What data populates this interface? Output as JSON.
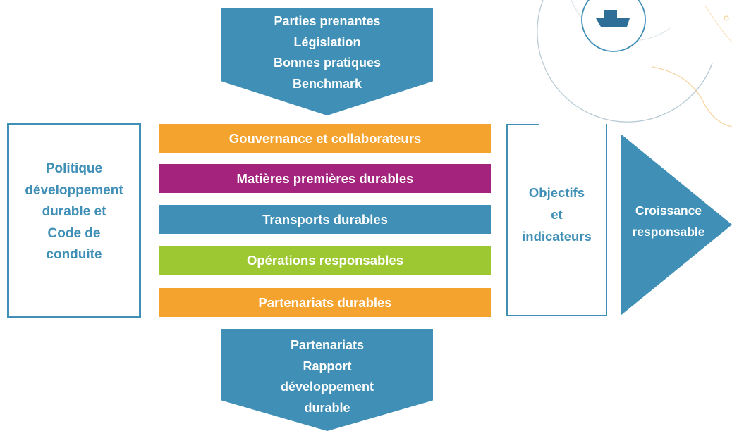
{
  "colors": {
    "blue": "#3f8fb6",
    "orange": "#f5a32f",
    "magenta": "#a4237d",
    "green": "#9ec832",
    "white": "#ffffff"
  },
  "top_arrow": {
    "lines": [
      "Parties prenantes",
      "Législation",
      "Bonnes pratiques",
      "Benchmark"
    ]
  },
  "left_box": {
    "lines": [
      "Politique",
      "développement",
      "durable et",
      "Code de",
      "conduite"
    ]
  },
  "pillars": [
    {
      "label": "Gouvernance et collaborateurs",
      "color": "#f5a32f"
    },
    {
      "label": "Matières premières durables",
      "color": "#a4237d"
    },
    {
      "label": "Transports durables",
      "color": "#3f8fb6"
    },
    {
      "label": "Opérations responsables",
      "color": "#9ec832"
    },
    {
      "label": "Partenariats durables",
      "color": "#f5a32f"
    }
  ],
  "objectives_box": {
    "lines": [
      "Objectifs",
      "et",
      "indicateurs"
    ]
  },
  "right_arrow": {
    "lines": [
      "Croissance",
      "responsable"
    ]
  },
  "bottom_arrow": {
    "lines": [
      "Partenariats",
      "Rapport",
      "développement",
      "durable"
    ]
  },
  "decoration": {
    "icon": "ship-icon"
  }
}
